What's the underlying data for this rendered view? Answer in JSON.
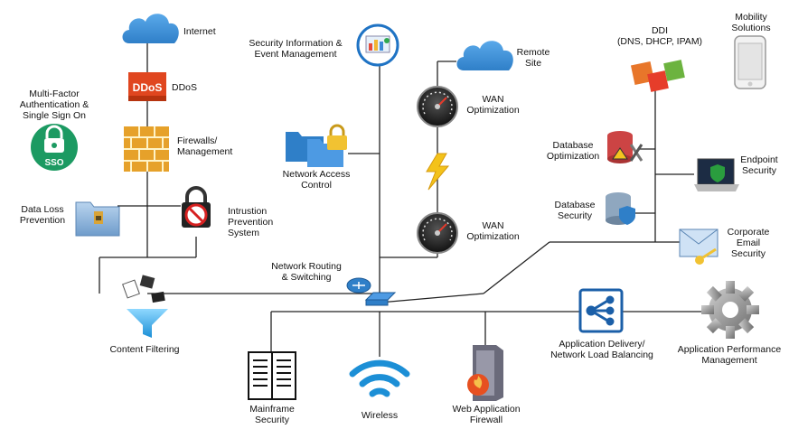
{
  "nodes": {
    "internet": "Internet",
    "ddos_logo": "DDoS",
    "ddos": "DDoS",
    "mfa": "Multi-Factor\nAuthentication &\nSingle Sign On",
    "sso_badge": "SSO",
    "firewalls": "Firewalls/\nManagement",
    "dlp": "Data Loss\nPrevention",
    "ips": "Intrustion\nPrevention\nSystem",
    "content_filtering": "Content Filtering",
    "siem": "Security Information &\nEvent Management",
    "nac": "Network Access\nControl",
    "routing": "Network Routing\n& Switching",
    "remote_site": "Remote\nSite",
    "wan1": "WAN\nOptimization",
    "wan2": "WAN\nOptimization",
    "ddi": "DDI\n(DNS, DHCP, IPAM)",
    "mobility": "Mobility\nSolutions",
    "db_opt": "Database\nOptimization",
    "endpoint": "Endpoint\nSecurity",
    "db_sec": "Database\nSecurity",
    "email_sec": "Corporate\nEmail\nSecurity",
    "mainframe": "Mainframe\nSecurity",
    "wireless": "Wireless",
    "waf": "Web Application\nFirewall",
    "adc": "Application Delivery/\nNetwork Load Balancing",
    "apm": "Application Performance\nManagement"
  },
  "colors": {
    "line": "#222222",
    "cloud": "#3d8fd6",
    "ddos": "#e0461f",
    "sso": "#1c9a62",
    "brick": "#e6a12a",
    "folder": "#8fb8de",
    "funnel": "#2aa3e0",
    "gauge": "#2b2b2b",
    "bolt": "#f3c21a",
    "adc": "#1b5fa8"
  }
}
